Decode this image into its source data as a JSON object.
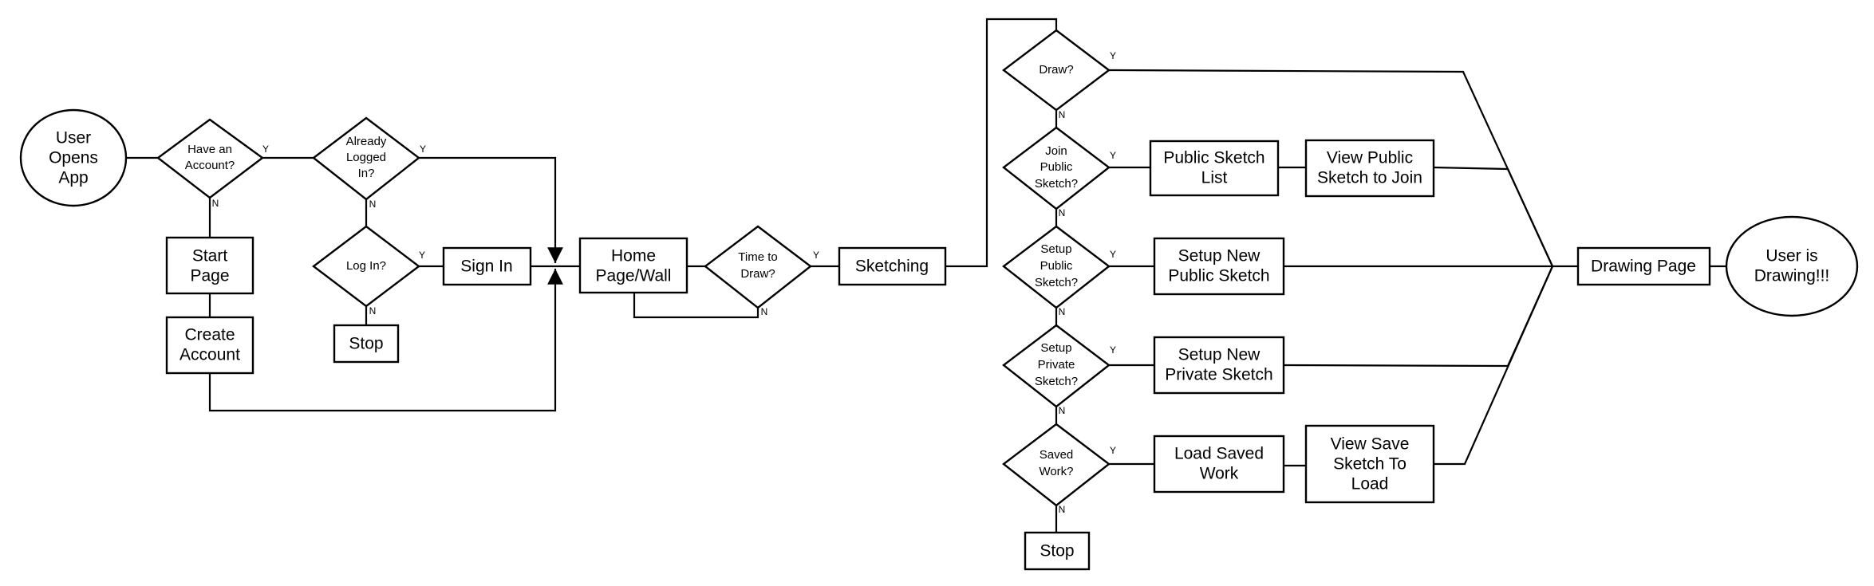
{
  "nodes": {
    "user_opens_app": {
      "type": "terminal",
      "lines": [
        "User",
        "Opens",
        "App"
      ]
    },
    "have_account": {
      "type": "decision",
      "lines": [
        "Have an",
        "Account?"
      ]
    },
    "already_logged_in": {
      "type": "decision",
      "lines": [
        "Already",
        "Logged",
        "In?"
      ]
    },
    "log_in": {
      "type": "decision",
      "lines": [
        "Log In?"
      ]
    },
    "sign_in": {
      "type": "process",
      "lines": [
        "Sign In"
      ]
    },
    "stop_login": {
      "type": "process",
      "lines": [
        "Stop"
      ]
    },
    "start_page": {
      "type": "process",
      "lines": [
        "Start",
        "Page"
      ]
    },
    "create_account": {
      "type": "process",
      "lines": [
        "Create",
        "Account"
      ]
    },
    "home_page": {
      "type": "process",
      "lines": [
        "Home",
        "Page/Wall"
      ]
    },
    "time_to_draw": {
      "type": "decision",
      "lines": [
        "Time to",
        "Draw?"
      ]
    },
    "sketching": {
      "type": "process",
      "lines": [
        "Sketching"
      ]
    },
    "draw": {
      "type": "decision",
      "lines": [
        "Draw?"
      ]
    },
    "join_public": {
      "type": "decision",
      "lines": [
        "Join",
        "Public",
        "Sketch?"
      ]
    },
    "setup_public": {
      "type": "decision",
      "lines": [
        "Setup",
        "Public",
        "Sketch?"
      ]
    },
    "setup_private": {
      "type": "decision",
      "lines": [
        "Setup",
        "Private",
        "Sketch?"
      ]
    },
    "saved_work": {
      "type": "decision",
      "lines": [
        "Saved",
        "Work?"
      ]
    },
    "stop_sketch": {
      "type": "process",
      "lines": [
        "Stop"
      ]
    },
    "public_sketch_list": {
      "type": "process",
      "lines": [
        "Public Sketch",
        "List"
      ]
    },
    "view_public_sketch": {
      "type": "process",
      "lines": [
        "View Public",
        "Sketch to Join"
      ]
    },
    "setup_new_public": {
      "type": "process",
      "lines": [
        "Setup New",
        "Public Sketch"
      ]
    },
    "setup_new_private": {
      "type": "process",
      "lines": [
        "Setup New",
        "Private Sketch"
      ]
    },
    "load_saved_work": {
      "type": "process",
      "lines": [
        "Load Saved",
        "Work"
      ]
    },
    "view_save_sketch": {
      "type": "process",
      "lines": [
        "View Save",
        "Sketch To",
        "Load"
      ]
    },
    "drawing_page": {
      "type": "process",
      "lines": [
        "Drawing Page"
      ]
    },
    "user_is_drawing": {
      "type": "terminal",
      "lines": [
        "User is",
        "Drawing!!!"
      ]
    }
  },
  "edge_labels": {
    "have_account_yes": "Y",
    "have_account_no": "N",
    "already_logged_in_yes": "Y",
    "already_logged_in_no": "N",
    "log_in_yes": "Y",
    "log_in_no": "N",
    "time_to_draw_yes": "Y",
    "time_to_draw_no": "N",
    "draw_yes": "Y",
    "draw_no": "N",
    "join_public_yes": "Y",
    "join_public_no": "N",
    "setup_public_yes": "Y",
    "setup_public_no": "N",
    "setup_private_yes": "Y",
    "setup_private_no": "N",
    "saved_work_yes": "Y",
    "saved_work_no": "N"
  }
}
